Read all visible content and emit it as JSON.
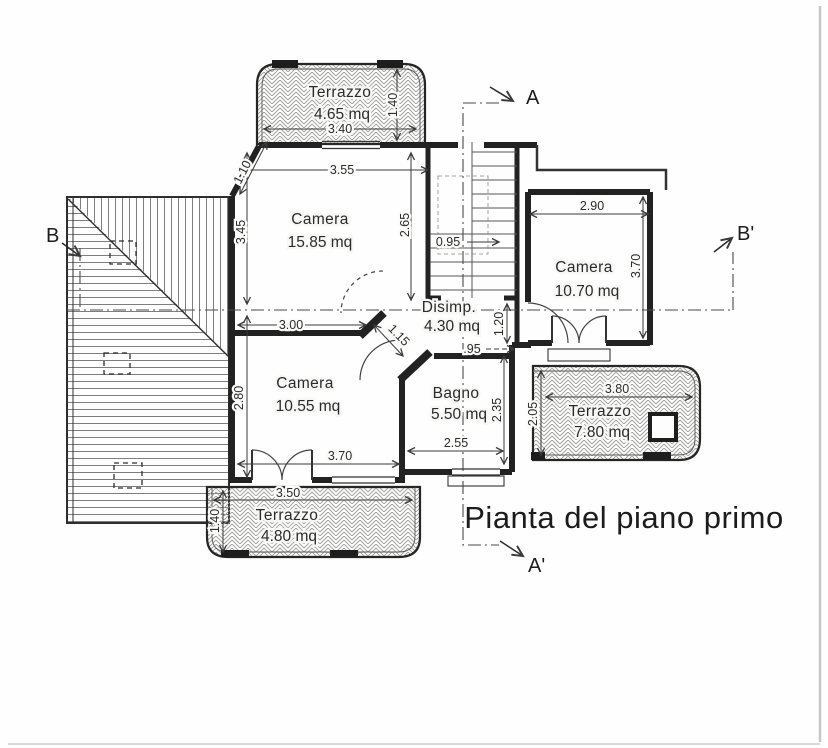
{
  "page": {
    "title": "Pianta del piano primo"
  },
  "markers": {
    "a": "A",
    "a_prime": "A'",
    "b": "B",
    "b_prime": "B'"
  },
  "rooms": {
    "camera_nw": {
      "name": "Camera",
      "area": "15.85 mq"
    },
    "camera_e": {
      "name": "Camera",
      "area": "10.70 mq"
    },
    "camera_sw": {
      "name": "Camera",
      "area": "10.55 mq"
    },
    "bagno": {
      "name": "Bagno",
      "area": "5.50 mq"
    },
    "disimpegno": {
      "name": "Disimp.",
      "area": "4.30 mq"
    },
    "terrazzo_n": {
      "name": "Terrazzo",
      "area": "4.65 mq"
    },
    "terrazzo_e": {
      "name": "Terrazzo",
      "area": "7.80 mq"
    },
    "terrazzo_s": {
      "name": "Terrazzo",
      "area": "4.80 mq"
    }
  },
  "dims": {
    "terrazzo_n_w": "3.40",
    "terrazzo_n_d": "1.40",
    "camera_nw_w": "3.55",
    "chamfer": "1.10",
    "camera_nw_h": "3.45",
    "stair_depth": "2.65",
    "stair_width": "0.95",
    "camera_e_w": "2.90",
    "camera_e_h": "3.70",
    "camera_nw_bottom": "3.00",
    "diagonal": "1.15",
    "passage": ".95",
    "door": "1.20",
    "camera_sw_h": "2.80",
    "camera_sw_w": "3.70",
    "bagno_h": "2.35",
    "bagno_w": "2.55",
    "terrazzo_e_d": "2.05",
    "terrazzo_e_w": "3.80",
    "terrazzo_s_w": "3.50",
    "terrazzo_s_d": "1.40"
  }
}
